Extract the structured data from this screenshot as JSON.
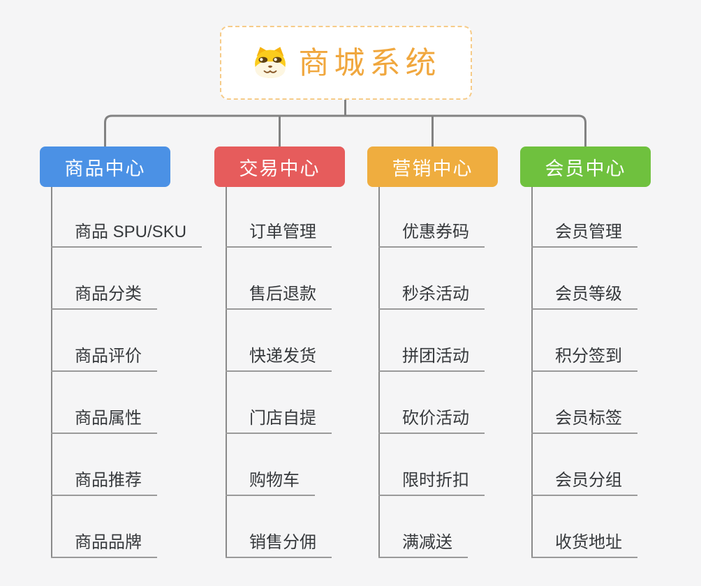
{
  "page": {
    "background": "#F5F5F6"
  },
  "connector_color": "#828282",
  "root": {
    "title": "商城系统",
    "icon": "dog-face-icon",
    "text_color": "#F0A73E",
    "border_color": "#F6CB88"
  },
  "branches": [
    {
      "id": "product-center",
      "label": "商品中心",
      "color": "#4B91E5",
      "children": [
        "商品 SPU/SKU",
        "商品分类",
        "商品评价",
        "商品属性",
        "商品推荐",
        "商品品牌"
      ]
    },
    {
      "id": "trade-center",
      "label": "交易中心",
      "color": "#E65C5C",
      "children": [
        "订单管理",
        "售后退款",
        "快递发货",
        "门店自提",
        "购物车",
        "销售分佣"
      ]
    },
    {
      "id": "marketing-center",
      "label": "营销中心",
      "color": "#EFAD3F",
      "children": [
        "优惠券码",
        "秒杀活动",
        "拼团活动",
        "砍价活动",
        "限时折扣",
        "满减送"
      ]
    },
    {
      "id": "member-center",
      "label": "会员中心",
      "color": "#6FC13E",
      "children": [
        "会员管理",
        "会员等级",
        "积分签到",
        "会员标签",
        "会员分组",
        "收货地址"
      ]
    }
  ]
}
